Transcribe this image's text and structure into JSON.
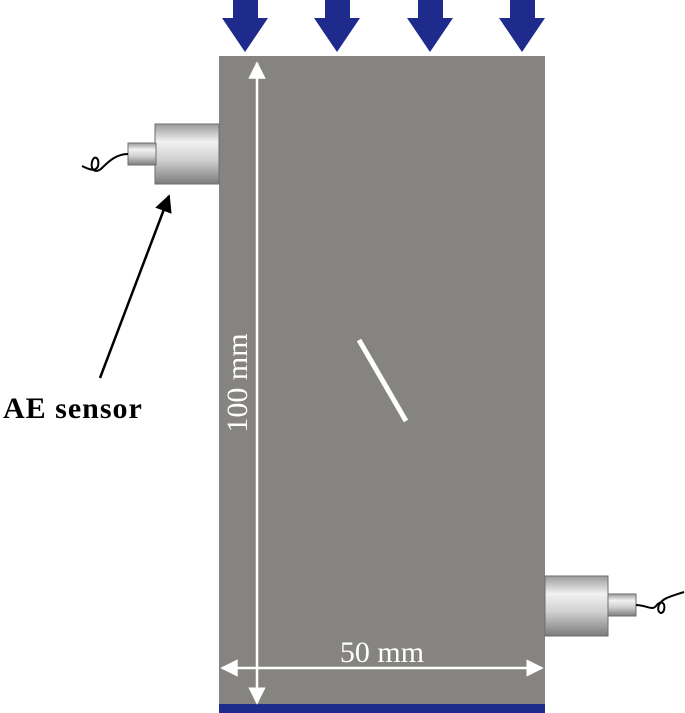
{
  "labels": {
    "sensor": "AE sensor",
    "height": "100 mm",
    "width": "50 mm"
  },
  "colors": {
    "specimen": "#858480",
    "load_arrow": "#1e2a8c",
    "base_plate": "#1e2a8c",
    "flaw": "#ffffff",
    "dimension_lines": "#ffffff"
  },
  "load_arrows": {
    "count": 4,
    "icon": "down-arrow-icon"
  },
  "sensors": [
    {
      "name": "ae-sensor-left",
      "side": "left"
    },
    {
      "name": "ae-sensor-right",
      "side": "right"
    }
  ]
}
